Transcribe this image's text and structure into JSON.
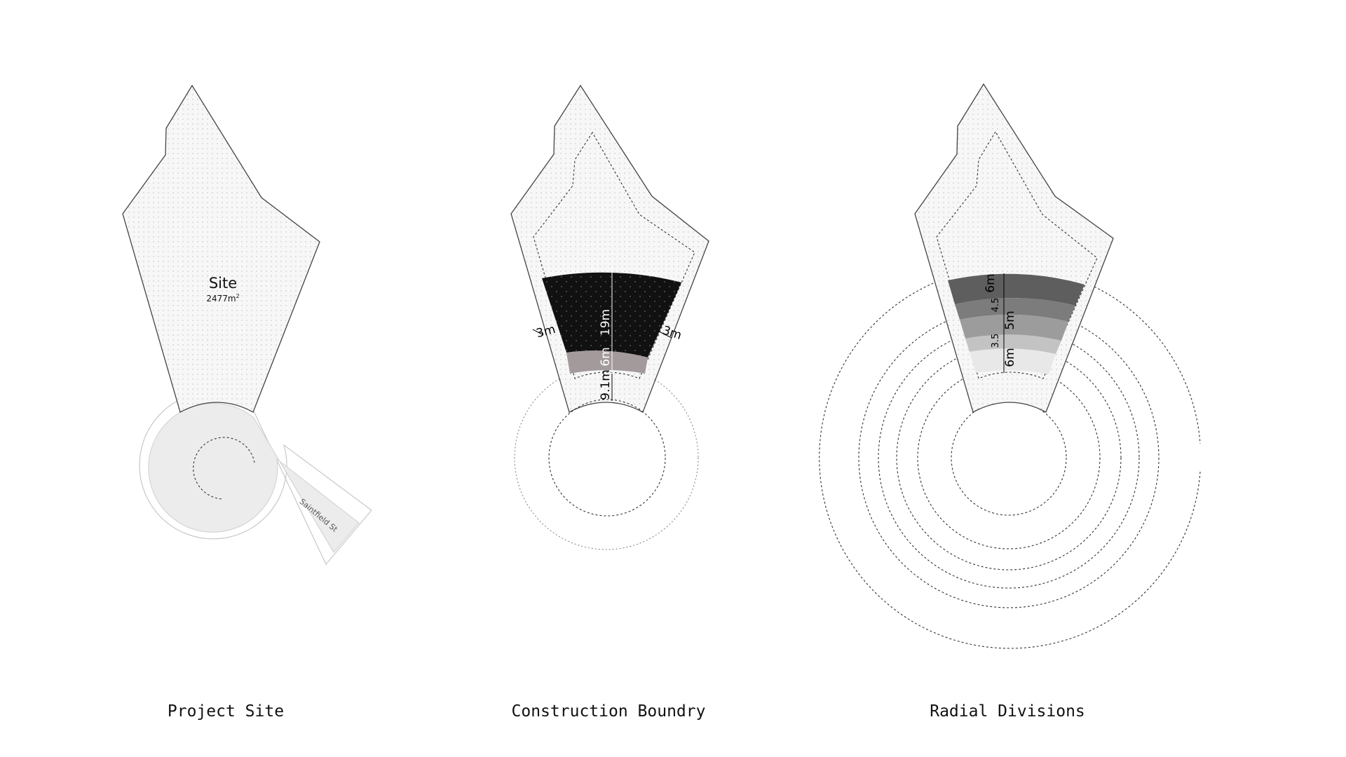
{
  "panels": [
    {
      "caption": "Project Site",
      "site_label": "Site",
      "site_area": "2477m",
      "site_area_sup": "2",
      "street_label": "Saintfield St"
    },
    {
      "caption": "Construction Boundry",
      "dimensions": {
        "left_setback": "3m",
        "right_setback": "3m",
        "depth": "19m",
        "band": "6m",
        "offset": "9.1m"
      }
    },
    {
      "caption": "Radial Divisions",
      "divisions": [
        {
          "label": "6m",
          "color": "#5e5e5e"
        },
        {
          "label": "4.5",
          "color": "#7c7c7c"
        },
        {
          "label": "5m",
          "color": "#9c9c9c"
        },
        {
          "label": "3.5",
          "color": "#c3c3c3"
        },
        {
          "label": "6m",
          "color": "#e8e8e8"
        }
      ]
    }
  ],
  "colors": {
    "buildable_zone": "#111111",
    "band_zone": "#a39a9b",
    "cul_de_sac": "#ececec"
  }
}
